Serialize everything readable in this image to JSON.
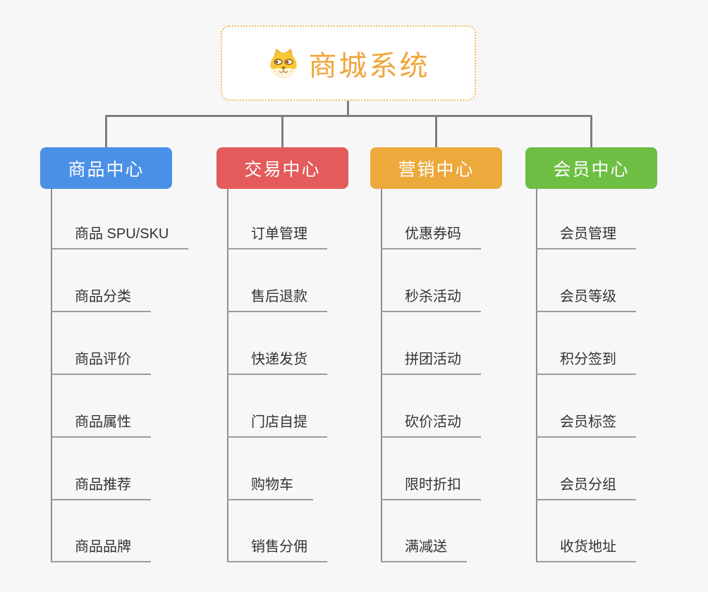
{
  "root": {
    "title": "商城系统",
    "icon": "dog-face-icon"
  },
  "branches": [
    {
      "label": "商品中心",
      "color": "#4a90e6",
      "items": [
        "商品 SPU/SKU",
        "商品分类",
        "商品评价",
        "商品属性",
        "商品推荐",
        "商品品牌"
      ]
    },
    {
      "label": "交易中心",
      "color": "#e45b5b",
      "items": [
        "订单管理",
        "售后退款",
        "快递发货",
        "门店自提",
        "购物车",
        "销售分佣"
      ]
    },
    {
      "label": "营销中心",
      "color": "#eca93c",
      "items": [
        "优惠券码",
        "秒杀活动",
        "拼团活动",
        "砍价活动",
        "限时折扣",
        "满减送"
      ]
    },
    {
      "label": "会员中心",
      "color": "#6ebe44",
      "items": [
        "会员管理",
        "会员等级",
        "积分签到",
        "会员标签",
        "会员分组",
        "收货地址"
      ]
    }
  ],
  "style": {
    "background": "#f7f7f7",
    "connector_color": "#7f7f7f",
    "leaf_line_color": "#9c9c9c",
    "root_accent": "#f0a63c"
  }
}
